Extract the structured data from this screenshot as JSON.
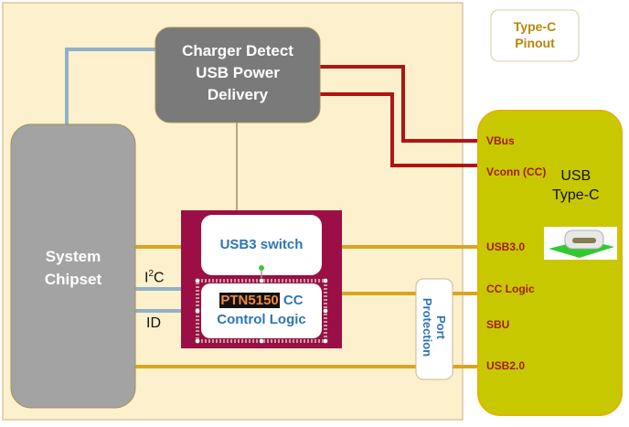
{
  "colors": {
    "board_bg": "#fdf0cc",
    "board_border": "#d8c9a0",
    "chipset_bg": "#a3a3a3",
    "charger_bg": "#7a7a7a",
    "ptn_frame": "#9c0e46",
    "connector_bg": "#c8c800",
    "connector_border": "#e0b400",
    "power_line": "#b01414",
    "data_line": "#d9a520",
    "i2c_line": "#8fb2c8",
    "block_text": "#2e75b6",
    "pin_text": "#a31c0c",
    "pinout_text": "#b8860b",
    "ptn_highlight_bg": "#111111",
    "ptn_highlight_text": "#f08c3c"
  },
  "charger": {
    "lines": [
      "Charger Detect",
      "USB Power",
      "Delivery"
    ]
  },
  "chipset": {
    "lines": [
      "System",
      "Chipset"
    ]
  },
  "usb3_switch": {
    "label": "USB3 switch"
  },
  "cc_logic": {
    "part": "PTN5150",
    "suffix": " CC",
    "line2": "Control Logic"
  },
  "signals": {
    "i2c": "I",
    "i2c_sup": "2",
    "i2c_end": "C",
    "id": "ID"
  },
  "port_protection": {
    "lines": [
      "Port",
      "Protection"
    ]
  },
  "pinout_badge": {
    "lines": [
      "Type-C",
      "Pinout"
    ]
  },
  "connector": {
    "title_lines": [
      "USB",
      "Type-C"
    ],
    "pins": [
      "VBus",
      "Vconn (CC)",
      "USB3.0",
      "CC Logic",
      "SBU",
      "USB2.0"
    ]
  }
}
